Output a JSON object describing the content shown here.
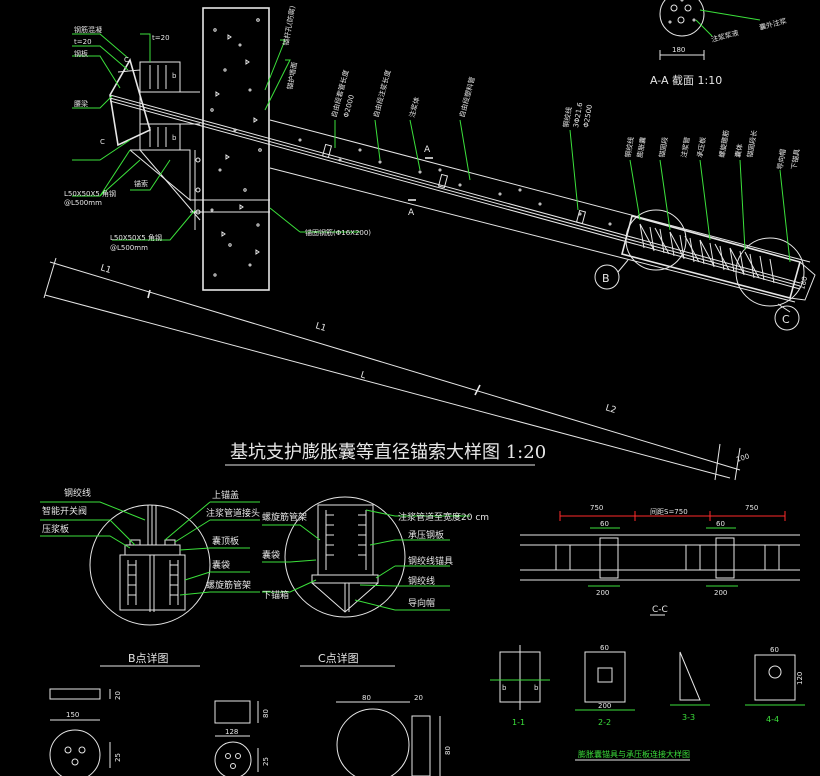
{
  "colors": {
    "background": "#000000",
    "line": "#e6e6e6",
    "dimension": "#3be03b",
    "highlight": "#ff2a2a"
  },
  "title": "基坑支护膨胀囊等直径锚索大样图 1:20",
  "section_aa": {
    "title": "A-A 截面 1:10",
    "width": "180",
    "label_grout": "注浆浆液",
    "label_outer": "囊外注浆"
  },
  "main": {
    "L": "L",
    "L1": "L1",
    "L2": "L2",
    "L1_top": "L1",
    "end_dim": "100",
    "side_dim": "180",
    "section_mark": "A",
    "callout_b": "B",
    "callout_c": "C",
    "left_labels": [
      "钢筋混凝",
      "t=20",
      "钢板",
      "t=20",
      "腰梁",
      "C",
      "C",
      "L50X50X5 角钢",
      "@L500mm",
      "L50X50X5 角钢",
      "@L500mm",
      "锚索"
    ],
    "wall_labels": [
      "锚杆孔(防腐)",
      "锚护墙面",
      "锚固钢筋(Φ16X200)"
    ],
    "anchor_labels": [
      "自由段套管长度",
      "Φ2000",
      "自由段注浆长度",
      "注浆体",
      "自由段塑料管"
    ],
    "right_labels": [
      "钢绞线",
      "3Φ21.6",
      "Φ2500",
      "钢绞线",
      "膨胀囊",
      "锚固段",
      "注浆管",
      "承压板",
      "螺旋箍筋",
      "囊体",
      "锚固段长",
      "导向帽",
      "下锚具"
    ]
  },
  "detail_b": {
    "title": "B点详图",
    "labels": [
      "钢绞线",
      "智能开关阀",
      "压浆板",
      "上锚盖",
      "注浆管道接头",
      "囊顶板",
      "囊袋",
      "螺旋筋管架"
    ]
  },
  "detail_c": {
    "title": "C点详图",
    "labels": [
      "螺旋筋管架",
      "注浆管道至宽度20 cm",
      "囊袋",
      "承压钢板",
      "下锚箱",
      "钢绞线锚具",
      "钢绞线",
      "导向帽"
    ]
  },
  "cc": {
    "title": "C-C",
    "dims_top": [
      "750",
      "间距S=750",
      "750"
    ],
    "dims_inner": [
      "60",
      "60"
    ],
    "dims_bottom": [
      "200",
      "200"
    ]
  },
  "parts_bottom_left": {
    "dims": [
      "20",
      "150",
      "25",
      "80",
      "128",
      "25",
      "80",
      "20",
      "80"
    ]
  },
  "parts_bottom_right": {
    "note": "膨胀囊锚具与承压板连接大样图",
    "labels": [
      "1-1",
      "2-2",
      "3-3",
      "4-4"
    ],
    "dims": [
      "b",
      "b",
      "60",
      "200",
      "60",
      "120"
    ]
  }
}
